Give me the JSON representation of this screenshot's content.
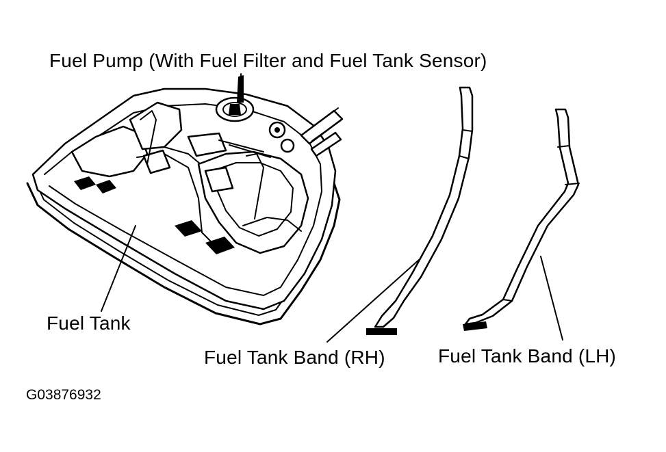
{
  "labels": {
    "fuel_pump": "Fuel Pump (With Fuel Filter and Fuel Tank Sensor)",
    "fuel_tank": "Fuel Tank",
    "band_rh": "Fuel Tank Band (RH)",
    "band_lh": "Fuel Tank Band (LH)",
    "figure_code": "G03876932"
  }
}
